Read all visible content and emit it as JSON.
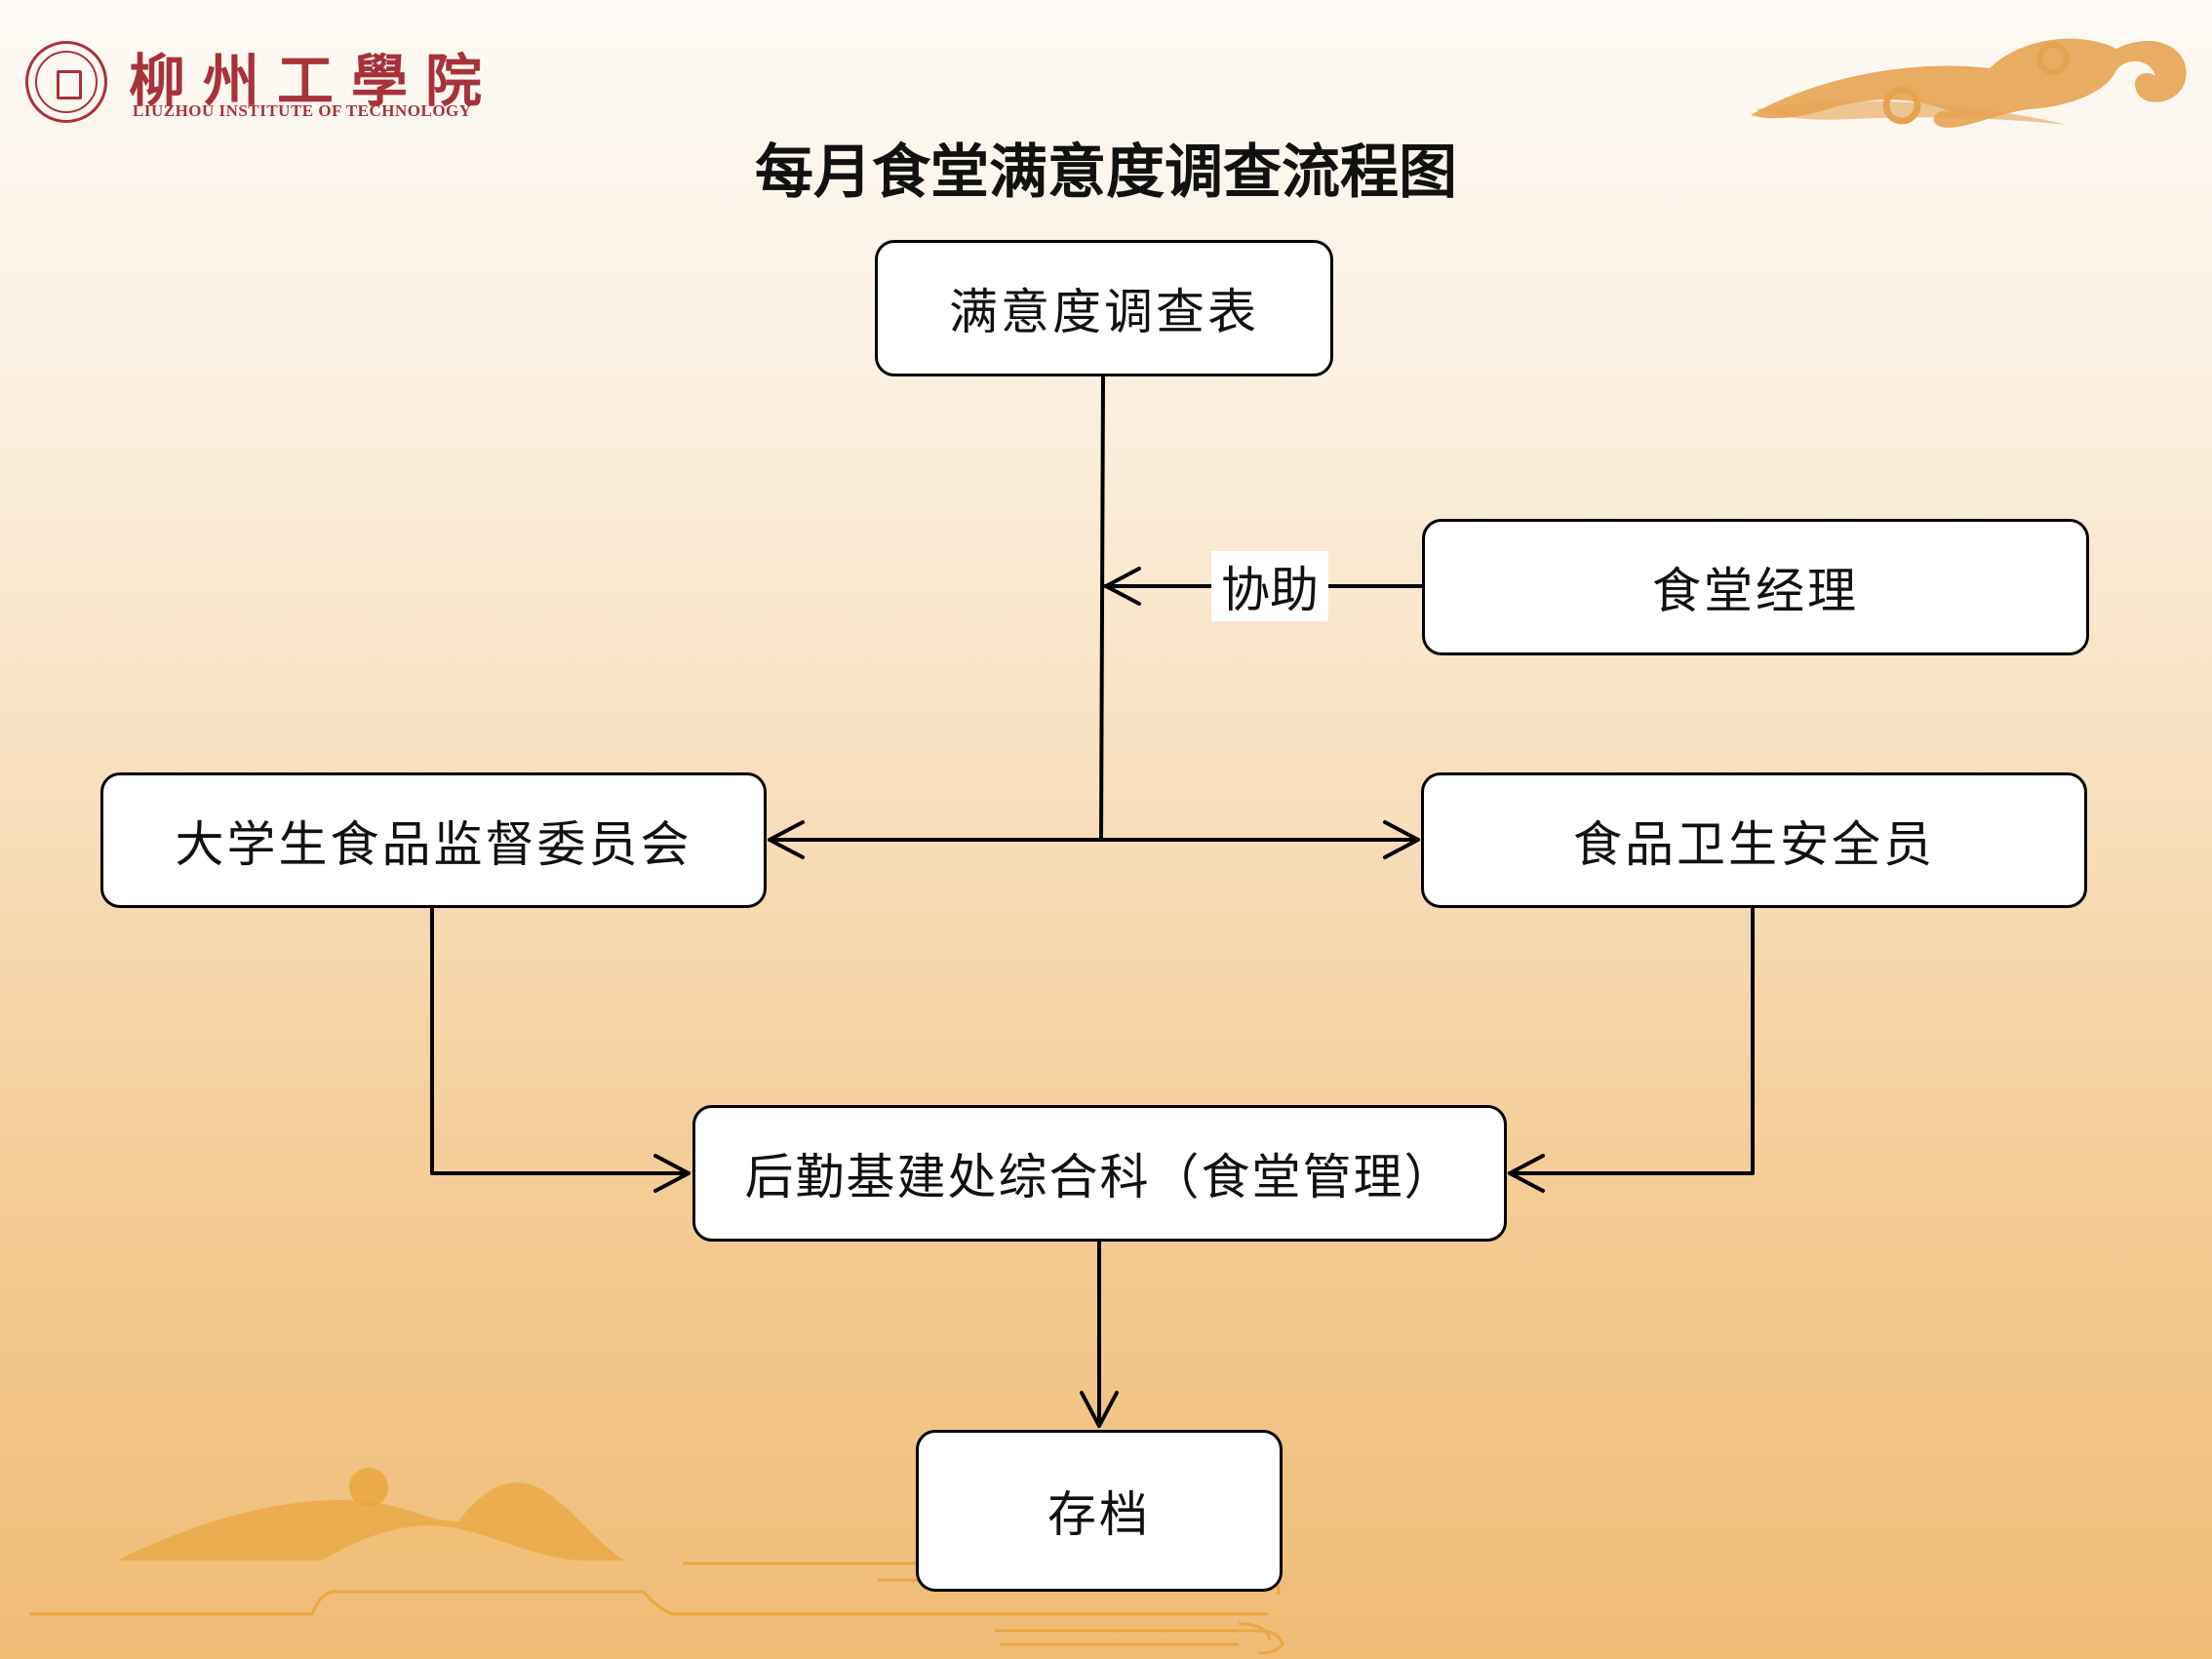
{
  "header": {
    "logo_cn": "柳州工學院",
    "logo_en": "LIUZHOU  INSTITUTE OF TECHNOLOGY"
  },
  "title": "每月食堂满意度调查流程图",
  "nodes": {
    "survey": "满意度调查表",
    "manager": "食堂经理",
    "committee": "大学生食品监督委员会",
    "safety": "食品卫生安全员",
    "logistics": "后勤基建处综合科（食堂管理）",
    "archive": "存档"
  },
  "edge_labels": {
    "assist": "协助"
  },
  "colors": {
    "brand": "#a8323a",
    "box_fill": "#ffffff",
    "line": "#000000",
    "deco_gold": "#e9a84a"
  }
}
